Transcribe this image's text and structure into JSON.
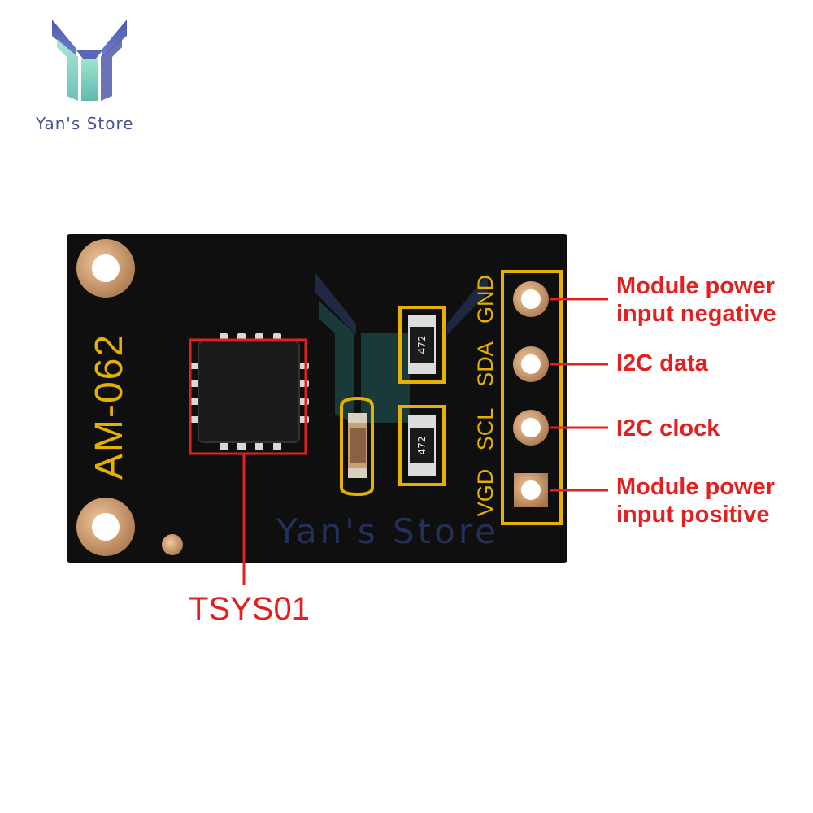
{
  "brand": {
    "store_name": "Yan's Store",
    "logo_colors": [
      "#4f5aa8",
      "#7fd3c0"
    ]
  },
  "board": {
    "model": "AM-062",
    "watermark": "Yan's Store",
    "resistor_code": "472",
    "pins": [
      "GND",
      "SDA",
      "SCL",
      "VGD"
    ],
    "pcb_color": "#0f0f0f",
    "silk_color": "#e6b000",
    "pad_color": "#c9986e"
  },
  "annotations": {
    "gnd": "Module power\ninput negative",
    "sda": "I2C data",
    "scl": "I2C clock",
    "vgd": "Module power\ninput positive",
    "chip": "TSYS01",
    "color": "#e41f1f"
  }
}
